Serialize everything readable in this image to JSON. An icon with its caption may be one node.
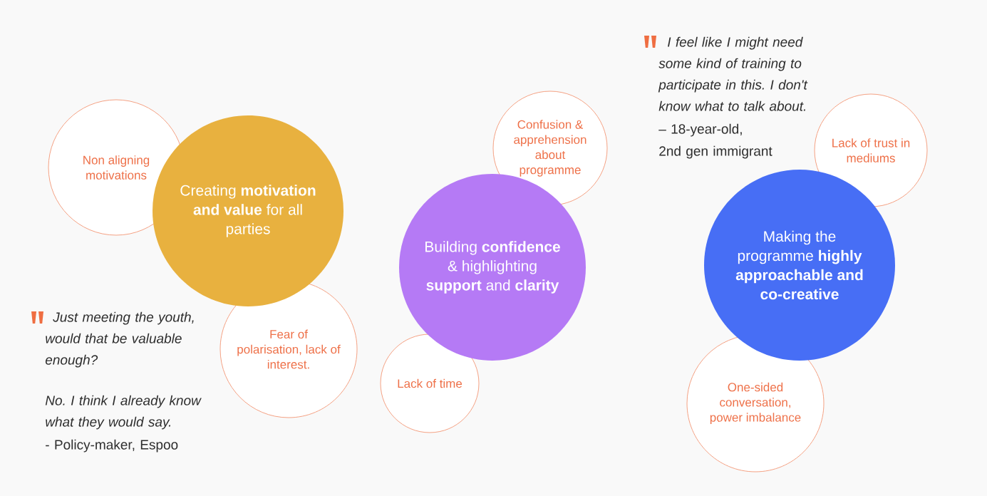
{
  "diagram": {
    "nodes": [
      {
        "text": [
          "Non aligning motivations"
        ]
      },
      {
        "text": [
          "Creating **motivation and value** for all parties"
        ]
      },
      {
        "text": [
          "Fear of polarisation, lack of interest."
        ]
      },
      {
        "text": [
          "Confusion & apprehension about programme"
        ]
      },
      {
        "text": [
          "Building **confidence** & highlighting **support** and **clarity**"
        ]
      },
      {
        "text": [
          "Lack of time"
        ]
      },
      {
        "text": [
          "Lack of trust in mediums"
        ]
      },
      {
        "text": [
          "Making the programme **highly approachable and co-creative**"
        ]
      },
      {
        "text": [
          "One-sided conversation, power imbalance"
        ]
      }
    ],
    "labels": [
      "I feel like I might need some kind of training to participate in this. I don't know what to talk about.",
      "– 18-year-old,",
      "2nd gen immigrant",
      "Just meeting the youth, would that be valuable enough?",
      "No. I think I already know what they would say.",
      "- Policy-maker, Espoo"
    ]
  }
}
